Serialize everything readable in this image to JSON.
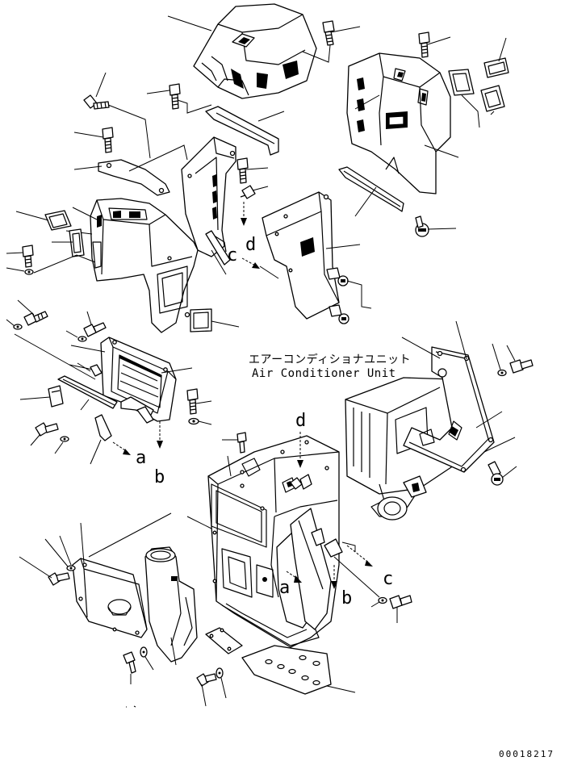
{
  "diagram": {
    "unit_label_ja": "エアーコンディショナユニット",
    "unit_label_en": "Air Conditioner Unit",
    "drawing_number": "00018217",
    "connection_markers": {
      "a": "a",
      "b": "b",
      "c": "c",
      "d": "d"
    }
  }
}
